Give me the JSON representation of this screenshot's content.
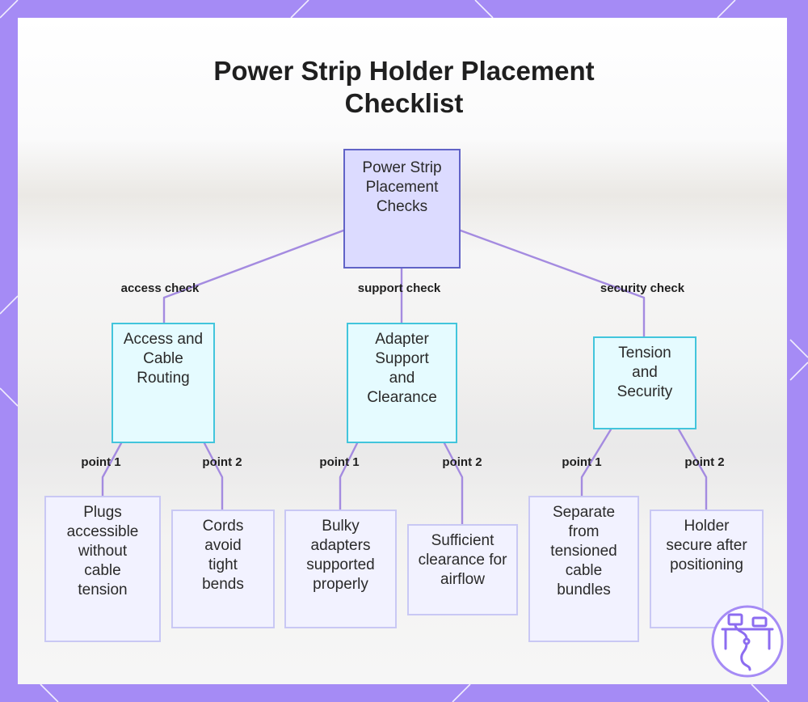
{
  "title": "Power Strip Holder Placement Checklist",
  "root": {
    "label": "Power Strip Placement Checks"
  },
  "branches": [
    {
      "edge_label": "access check",
      "node": "Access and Cable Routing",
      "points": [
        {
          "edge_label": "point 1",
          "node": "Plugs accessible without cable tension"
        },
        {
          "edge_label": "point 2",
          "node": "Cords avoid tight bends"
        }
      ]
    },
    {
      "edge_label": "support check",
      "node": "Adapter Support and Clearance",
      "points": [
        {
          "edge_label": "point 1",
          "node": "Bulky adapters supported properly"
        },
        {
          "edge_label": "point 2",
          "node": "Sufficient clearance for airflow"
        }
      ]
    },
    {
      "edge_label": "security check",
      "node": "Tension and Security",
      "points": [
        {
          "edge_label": "point 1",
          "node": "Separate from tensioned cable bundles"
        },
        {
          "edge_label": "point 2",
          "node": "Holder secure after positioning"
        }
      ]
    }
  ],
  "colors": {
    "frame": "#a58bf5",
    "edge": "#a48be0",
    "root_fill": "#dcdbff",
    "root_border": "#6163c7",
    "mid_fill": "#e5fbff",
    "mid_border": "#42c5dc",
    "leaf_fill": "#f2f2ff",
    "leaf_border": "#c9c8f4"
  },
  "icons": {
    "brand": "desk-cable-logo-icon"
  }
}
